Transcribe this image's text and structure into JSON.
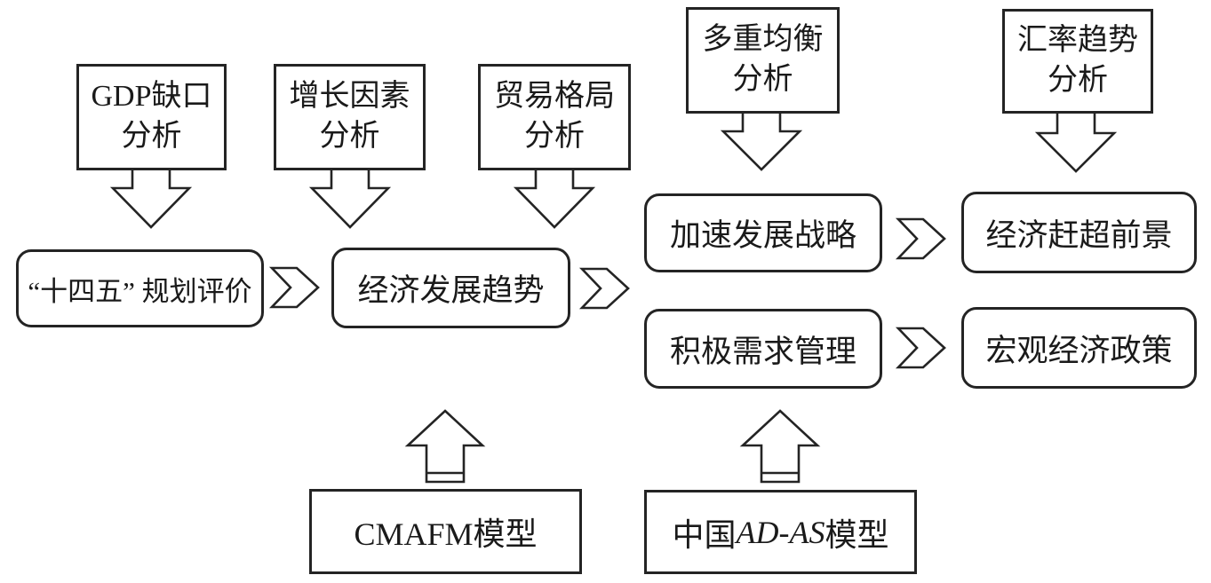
{
  "diagram": {
    "top_boxes": [
      {
        "line1": "GDP缺口",
        "line2": "分析"
      },
      {
        "line1": "增长因素",
        "line2": "分析"
      },
      {
        "line1": "贸易格局",
        "line2": "分析"
      },
      {
        "line1": "多重均衡",
        "line2": "分析"
      },
      {
        "line1": "汇率趋势",
        "line2": "分析"
      }
    ],
    "flow_boxes": [
      {
        "label": "“十四五” 规划评价"
      },
      {
        "label": "经济发展趋势"
      },
      {
        "label": "加速发展战略"
      },
      {
        "label": "经济赶超前景"
      },
      {
        "label": "积极需求管理"
      },
      {
        "label": "宏观经济政策"
      }
    ],
    "model_boxes": [
      {
        "prefix": "CMAFM模型",
        "italic": "",
        "suffix": ""
      },
      {
        "prefix": "中国 ",
        "italic": "AD-AS",
        "suffix": " 模型"
      }
    ],
    "colors": {
      "stroke": "#242424",
      "text": "#1a1a1a",
      "background": "#ffffff"
    }
  }
}
